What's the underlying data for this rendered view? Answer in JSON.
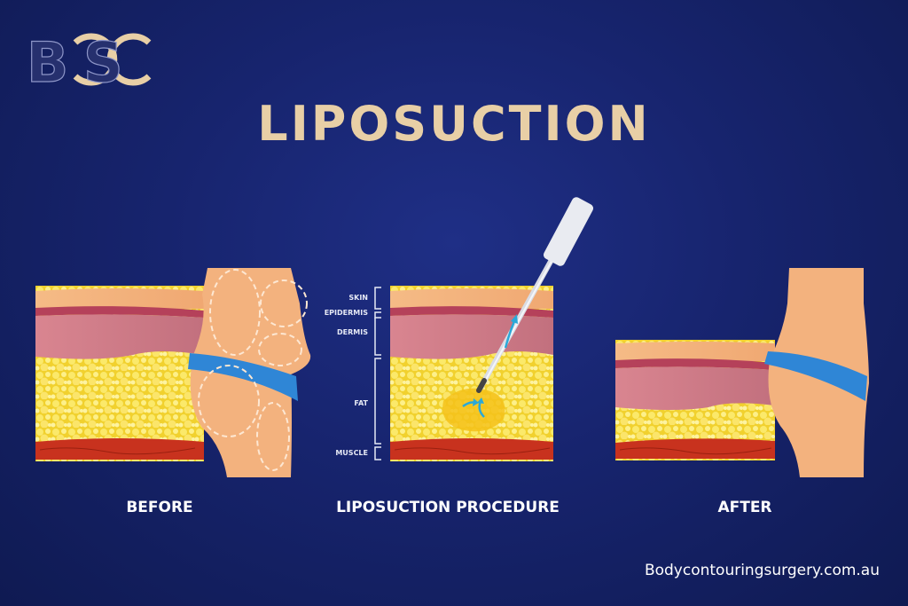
{
  "logo": {
    "text": "BCSC"
  },
  "title": "LIPOSUCTION",
  "layers": {
    "skin": "SKIN",
    "epidermis": "EPIDERMIS",
    "dermis": "DERMIS",
    "fat": "FAT",
    "muscle": "MUSCLE"
  },
  "captions": {
    "before": "BEFORE",
    "procedure": "LIPOSUCTION PROCEDURE",
    "after": "AFTER"
  },
  "footer": {
    "website": "Bodycontouringsurgery.com.au"
  },
  "colors": {
    "background": "#17246e",
    "title_gold": "#e8cfa6",
    "skin": "#f3b27e",
    "epidermis": "#b5415a",
    "dermis": "#d98590",
    "fat": "#f5dc3a",
    "muscle": "#c8321e",
    "band_blue": "#2f86d6"
  }
}
